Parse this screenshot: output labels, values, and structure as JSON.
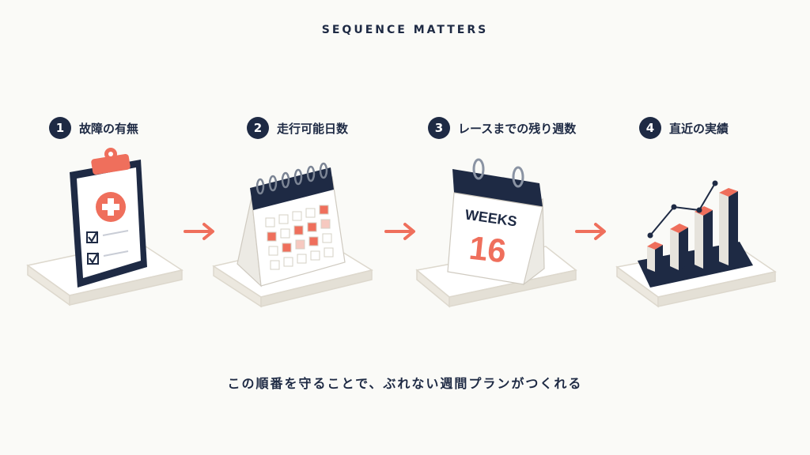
{
  "header": {
    "title": "SEQUENCE MATTERS"
  },
  "steps": [
    {
      "number": "1",
      "label": "故障の有無",
      "icon": "clipboard-medical-icon"
    },
    {
      "number": "2",
      "label": "走行可能日数",
      "icon": "calendar-icon"
    },
    {
      "number": "3",
      "label": "レースまでの残り週数",
      "icon": "weeks-calendar-icon",
      "calendar_top": "WEEKS",
      "calendar_number": "16"
    },
    {
      "number": "4",
      "label": "直近の実績",
      "icon": "bar-chart-icon"
    }
  ],
  "footer": {
    "text": "この順番を守ることで、ぶれない週間プランがつくれる"
  },
  "colors": {
    "navy": "#1e2a44",
    "coral": "#ef6f5c",
    "pink": "#f6c9c0",
    "platform": "#f2efe8"
  }
}
